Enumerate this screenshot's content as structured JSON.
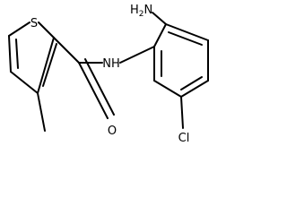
{
  "molecule": {
    "atoms": {
      "amine": {
        "main": "H",
        "subscript": "2",
        "tail": "N"
      },
      "amide_nh": "NH",
      "sulfur": "S",
      "oxygen": "O",
      "chlorine": "Cl"
    }
  },
  "colors": {
    "bond": "#000000",
    "label": "#000000",
    "background": "#ffffff"
  }
}
